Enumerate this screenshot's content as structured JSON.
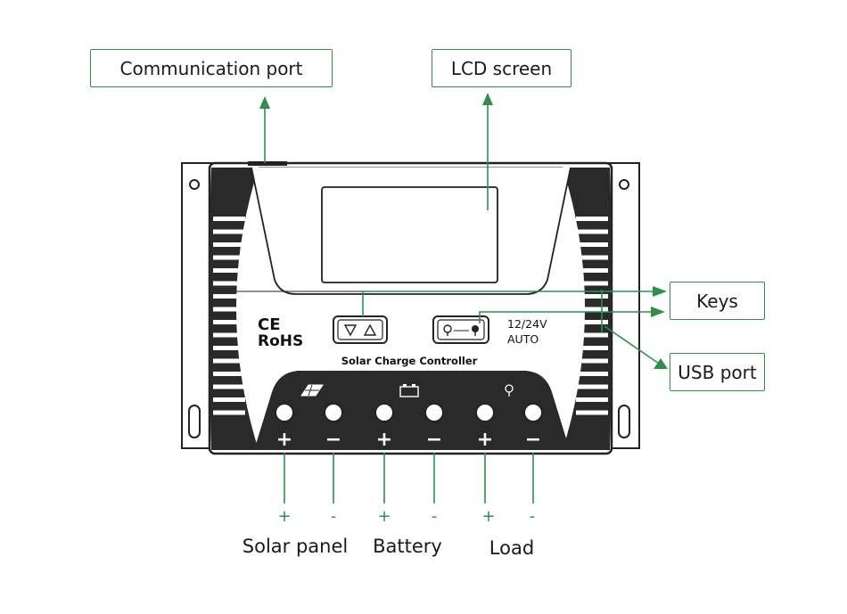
{
  "colors": {
    "accent": "#2f8f4a",
    "outline": "#222222",
    "face": "#ffffff"
  },
  "callouts": {
    "communication_port": "Communication port",
    "lcd_screen": "LCD screen",
    "keys": "Keys",
    "usb_port": "USB port"
  },
  "device": {
    "ce_mark": "CE",
    "rohs_mark": "RoHS",
    "title": "Solar Charge Controller",
    "voltage": "12/24V",
    "mode": "AUTO",
    "icons": [
      "solar-panel-icon",
      "battery-icon",
      "bulb-icon",
      "down-arrow-icon",
      "up-arrow-icon",
      "bulb-toggle-icon"
    ],
    "terminal_signs": [
      "+",
      "−",
      "+",
      "−",
      "+",
      "−"
    ]
  },
  "terminals": {
    "polarities": [
      "+",
      "-",
      "+",
      "-",
      "+",
      "-"
    ],
    "groups": [
      "Solar panel",
      "Battery",
      "Load"
    ]
  }
}
